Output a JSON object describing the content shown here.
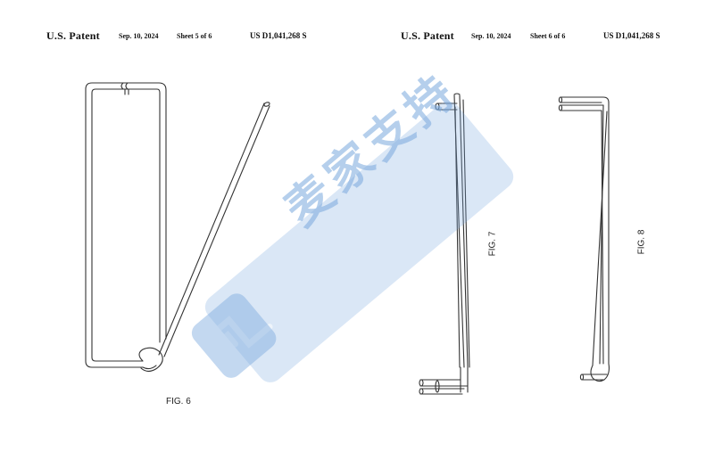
{
  "sheets": [
    {
      "title": "U.S. Patent",
      "date": "Sep. 10, 2024",
      "sheet": "Sheet 5 of 6",
      "patent_number": "US D1,041,268 S"
    },
    {
      "title": "U.S. Patent",
      "date": "Sep. 10, 2024",
      "sheet": "Sheet 6 of 6",
      "patent_number": "US D1,041,268 S"
    }
  ],
  "figures": {
    "fig6": "FIG. 6",
    "fig7": "FIG. 7",
    "fig8": "FIG. 8"
  },
  "watermark": {
    "text": "麦家支持",
    "color": "#7aa9dd"
  }
}
